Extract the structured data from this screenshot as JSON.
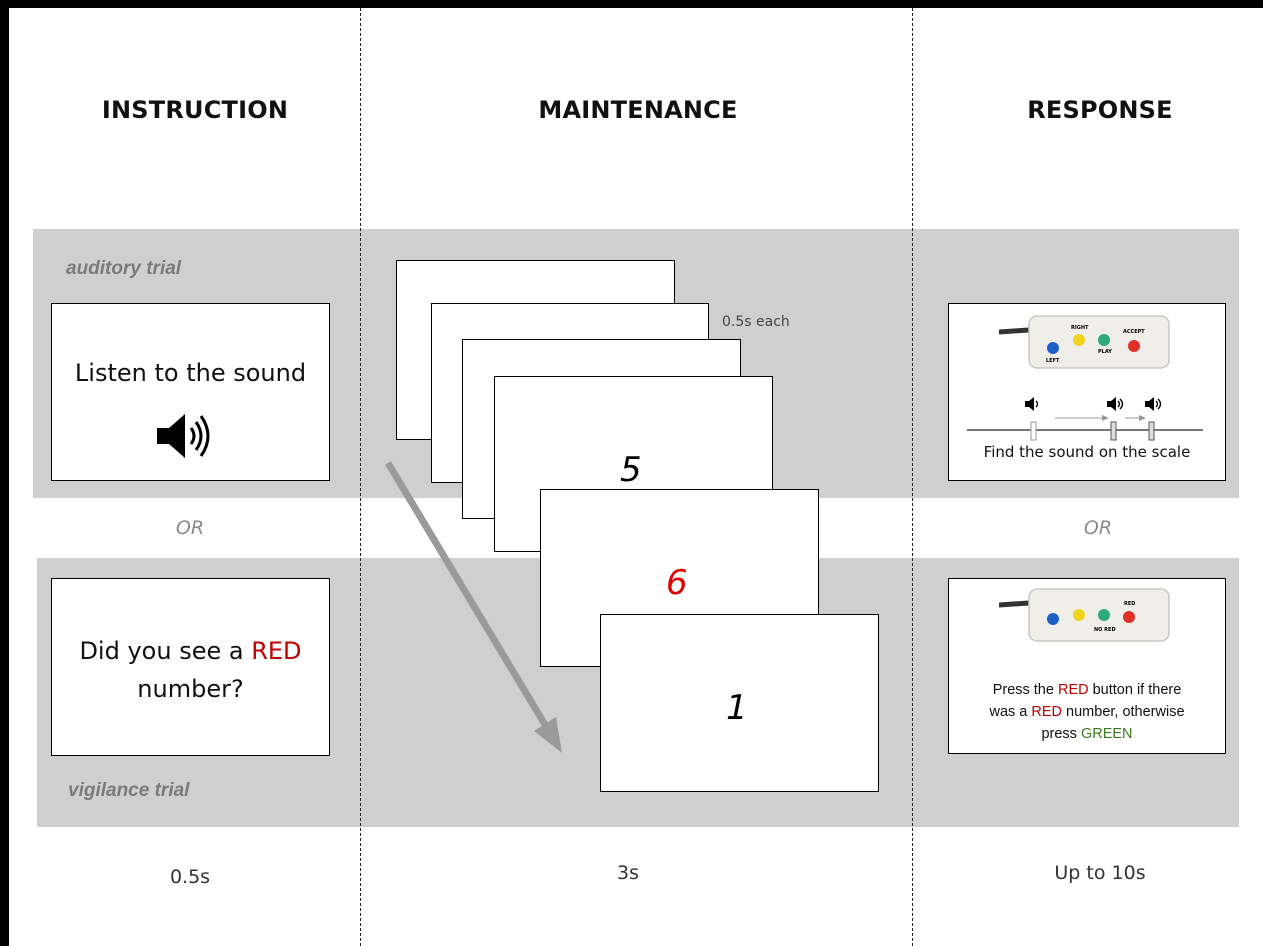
{
  "headers": {
    "instruction": "INSTRUCTION",
    "maintenance": "MAINTENANCE",
    "response": "RESPONSE"
  },
  "auditory": {
    "label": "auditory trial",
    "instruction_text": "Listen to the sound",
    "icon": "speaker-icon",
    "response_text": "Find the sound on the scale",
    "device_labels": {
      "left": "LEFT",
      "right": "RIGHT",
      "play": "PLAY",
      "accept": "ACCEPT"
    }
  },
  "or_label": "OR",
  "vigilance": {
    "label": "vigilance trial",
    "instruction_part1": "Did you see a ",
    "instruction_red": "RED",
    "instruction_part2": "number?",
    "response": {
      "line1_a": "Press the ",
      "line1_red": "RED",
      "line1_b": " button if there",
      "line2_a": "was a ",
      "line2_red": "RED",
      "line2_b": " number, otherwise",
      "line3_a": "press ",
      "line3_green": "GREEN"
    },
    "device_labels": {
      "red": "RED",
      "no_red": "NO RED"
    }
  },
  "maintenance": {
    "each_duration": "0.5s each",
    "digits": [
      "5",
      "6",
      "1"
    ],
    "digit_colors": [
      "#000000",
      "#e00000",
      "#000000"
    ]
  },
  "timing": {
    "instruction": "0.5s",
    "maintenance": "3s",
    "response": "Up to 10s"
  },
  "colors": {
    "band": "#d0cfd0",
    "red": "#c00000",
    "green": "#3a7a1c",
    "arrow": "#9a9a9a",
    "button_blue": "#1f5fc8",
    "button_yellow": "#f2d21f",
    "button_green": "#2ea97a",
    "button_red": "#e0302a"
  }
}
